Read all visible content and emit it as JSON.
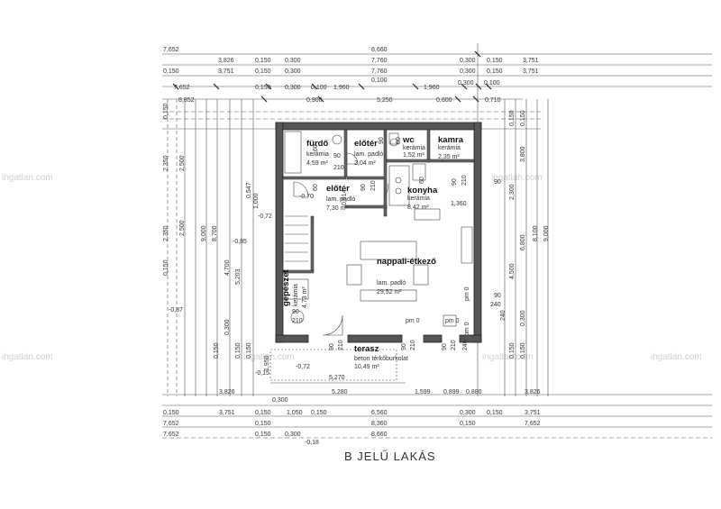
{
  "title": "B JELŰ LAKÁS",
  "watermark": "ingatlan.com",
  "dims_top": {
    "row1": [
      "7,652",
      "8,660"
    ],
    "row2": [
      "3,826",
      "0,150",
      "0,300",
      "7,760",
      "0,300",
      "0,150",
      "3,751"
    ],
    "row3": [
      "0,150",
      "3,751",
      "0,150",
      "0,300",
      "7,760",
      "0,300",
      "0,150",
      "3,751"
    ],
    "row4": [
      "7,652",
      "0,150",
      "0,300",
      "0,100",
      "1,960",
      "0,100",
      "1,960",
      "0,300",
      "0,100"
    ],
    "row5": [
      "8,852",
      "0,900",
      "5,250",
      "0,600",
      "0,710"
    ]
  },
  "dims_bottom": {
    "row1": [
      "5,270"
    ],
    "row2": [
      "3,826",
      "5,280",
      "1,599",
      "0,899",
      "0,880",
      "3,826"
    ],
    "row3": [
      "0,300"
    ],
    "row4": [
      "0,150",
      "3,751",
      "0,150",
      "1,050",
      "0,150",
      "6,560",
      "0,300",
      "0,150",
      "3,751"
    ],
    "row5": [
      "7,652",
      "0,150",
      "8,360",
      "0,150",
      "7,652"
    ],
    "row6": [
      "7,652",
      "0,150",
      "0,300",
      "8,660"
    ]
  },
  "dims_left": [
    "2,350",
    "2,500",
    "0,150",
    "2,350",
    "2,500",
    "0,150",
    "9,000",
    "8,700",
    "4,700",
    "5,203",
    "0,150",
    "0,300",
    "0,150",
    "0,150"
  ],
  "dims_right": [
    "2,300",
    "3,800",
    "0,150",
    "0,150",
    "6,800",
    "8,100",
    "9,000",
    "4,500",
    "0,300",
    "0,150",
    "0,150"
  ],
  "levels": [
    "-0,70",
    "-0,72",
    "-0,85",
    "-0,87",
    "-0,72",
    "-0,15",
    "-0,18"
  ],
  "openings": [
    "210",
    "90",
    "60",
    "90",
    "210",
    "60",
    "60",
    "90",
    "210",
    "90",
    "60",
    "210",
    "90",
    "240",
    "90",
    "240",
    "90",
    "210",
    "90",
    "210",
    "90",
    "90",
    "210",
    "240"
  ],
  "rooms": [
    {
      "name": "fürdő",
      "finish": "kerámia",
      "area": "4,59 m²"
    },
    {
      "name": "előtér",
      "finish": "lam. padló",
      "area": "2,04 m²"
    },
    {
      "name": "wc",
      "finish": "kerámia",
      "area": "1,52 m²"
    },
    {
      "name": "kamra",
      "finish": "kerámia",
      "area": "2,35 m²"
    },
    {
      "name": "előtér",
      "finish": "lam. padló",
      "area": "7,30 m²"
    },
    {
      "name": "konyha",
      "finish": "kerámia",
      "area": "8,42 m²"
    },
    {
      "name": "nappali-étkező",
      "finish": "lam. padló",
      "area": "29,52 m²"
    },
    {
      "name": "gépészet",
      "finish": "kerámia",
      "area": "4,73 m²"
    },
    {
      "name": "terasz",
      "finish": "beton térkőburkolat",
      "area": "10,49 m²"
    }
  ],
  "notes": [
    "pm 0",
    "pm 0",
    "pm 0",
    "pm 0",
    "1,360",
    "1,000",
    "0,914",
    "0,547",
    "1,950"
  ]
}
